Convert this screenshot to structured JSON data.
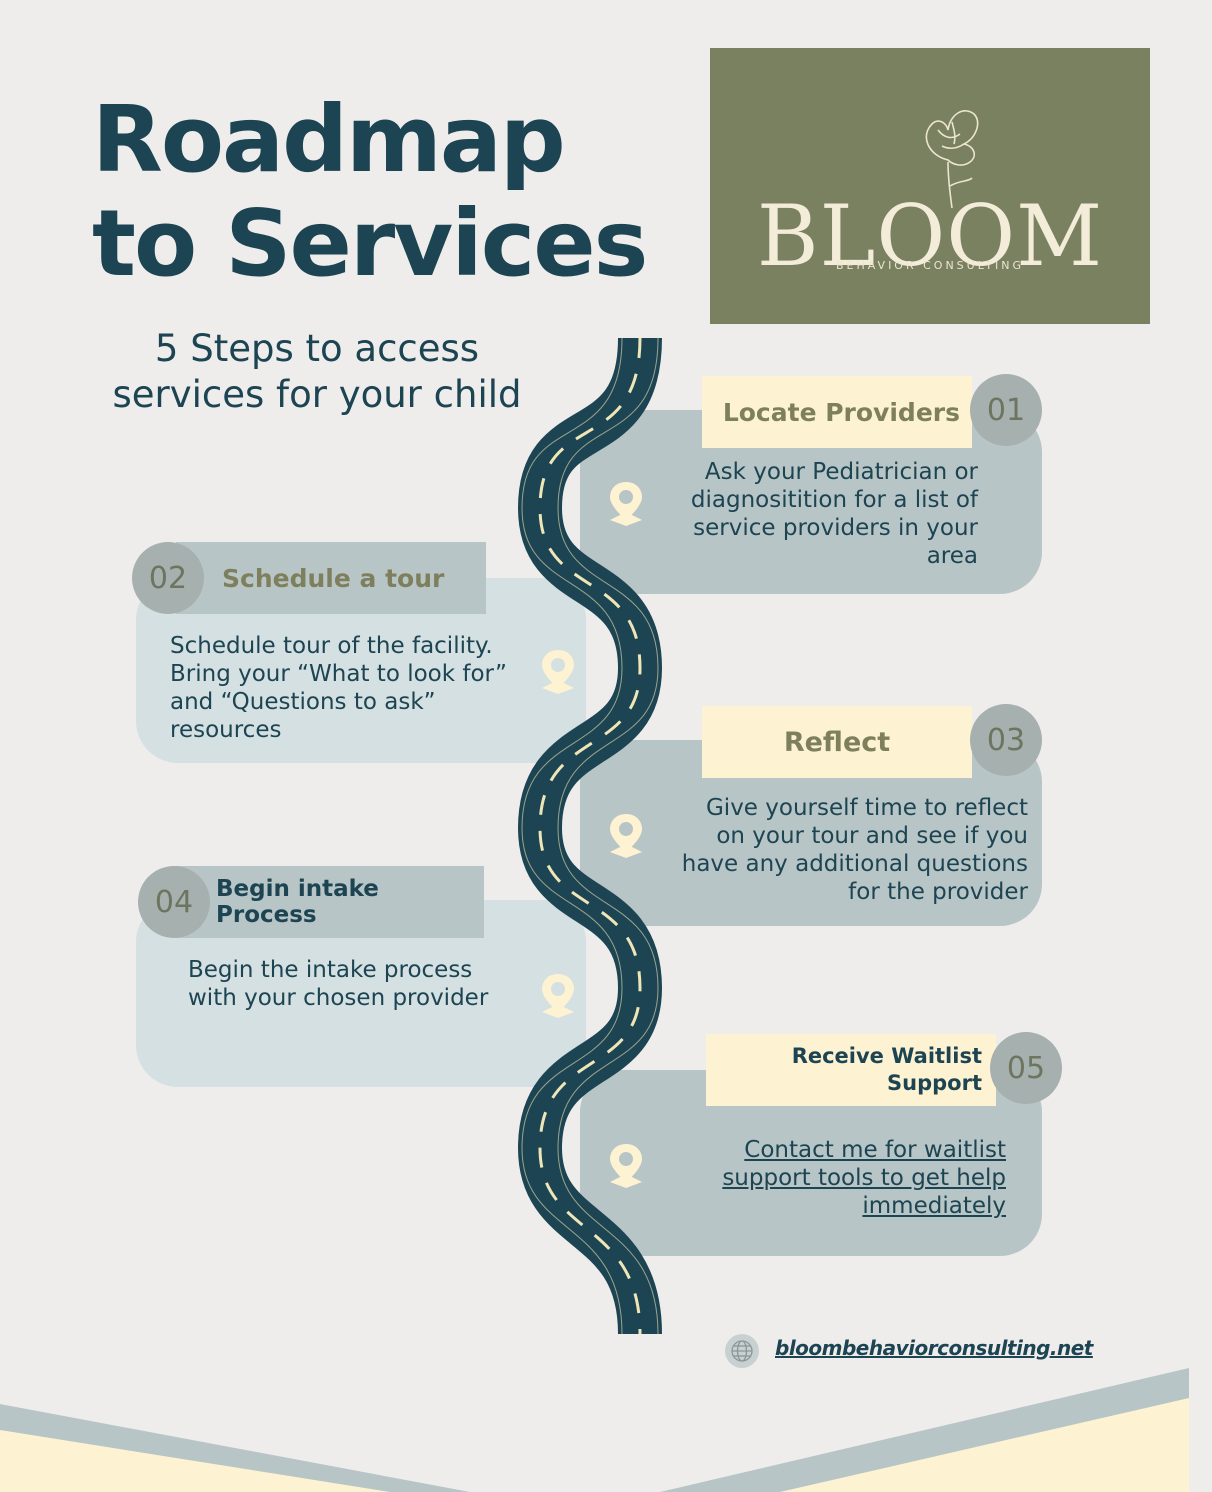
{
  "title": {
    "line1": "Roadmap",
    "line2": "to Services"
  },
  "logo": {
    "word": "BLOOM",
    "subtitle": "BEHAVIOR CONSULTING"
  },
  "subtitle": "5 Steps to access services for your child",
  "steps": [
    {
      "number": "01",
      "title": "Locate Providers",
      "description": "Ask your Pediatrician or diagnositition for a list of service providers in your area",
      "icon": "location-pin-icon"
    },
    {
      "number": "02",
      "title": "Schedule a tour",
      "description": "Schedule tour of the facility. Bring your “What to look for” and “Questions to ask” resources",
      "icon": "location-pin-icon"
    },
    {
      "number": "03",
      "title": "Reflect",
      "description": "Give yourself time to reflect on your tour and see if you have any additional questions for the provider",
      "icon": "location-pin-icon"
    },
    {
      "number": "04",
      "title": "Begin intake Process",
      "description": "Begin the intake process with your chosen provider",
      "icon": "location-pin-icon"
    },
    {
      "number": "05",
      "title": "Receive Waitlist Support",
      "description": "Contact me for waitlist support tools to get help immediately",
      "icon": "location-pin-icon"
    }
  ],
  "website": {
    "label": "bloombehaviorconsulting.net",
    "icon": "globe-icon"
  },
  "colors": {
    "background": "#efedec",
    "navy": "#1d4452",
    "olive": "#7a8161",
    "cream": "#fdf3d2",
    "sage": "#b8c5c6",
    "light_blue": "#d4e0e1"
  }
}
